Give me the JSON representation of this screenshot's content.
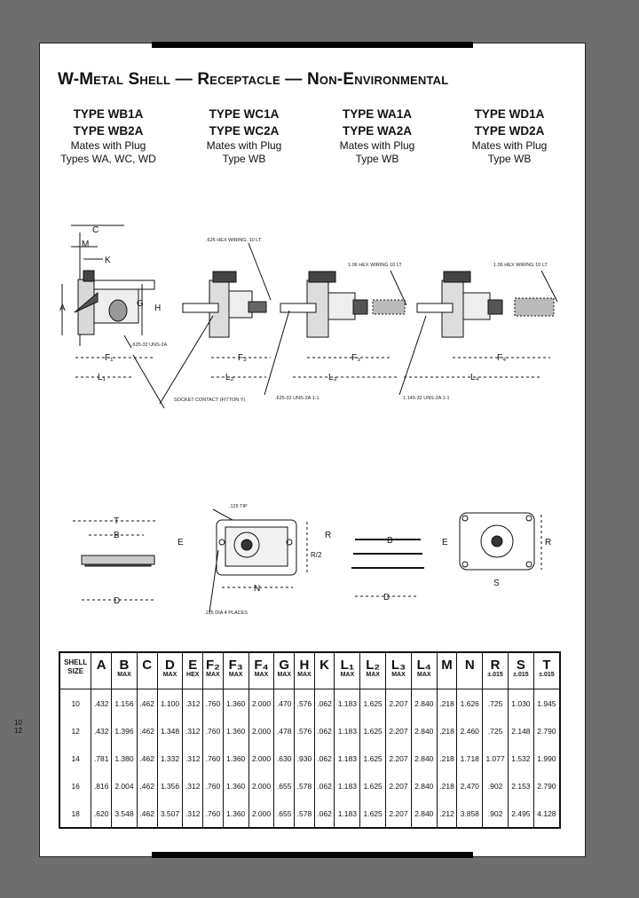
{
  "title": "W-Metal Shell — Receptacle — Non-Environmental",
  "columns": [
    {
      "type1": "TYPE WB1A",
      "type2": "TYPE WB2A",
      "mates": "Mates with Plug",
      "plug": "Types WA, WC, WD"
    },
    {
      "type1": "TYPE WC1A",
      "type2": "TYPE WC2A",
      "mates": "Mates with Plug",
      "plug": "Type WB"
    },
    {
      "type1": "TYPE WA1A",
      "type2": "TYPE WA2A",
      "mates": "Mates with Plug",
      "plug": "Type WB"
    },
    {
      "type1": "TYPE WD1A",
      "type2": "TYPE WD2A",
      "mates": "Mates with Plug",
      "plug": "Type WB"
    }
  ],
  "drawing_labels": {
    "C": "C",
    "M": "M",
    "K": "K",
    "A": "A",
    "G": "G",
    "H": "H",
    "F1": "F₁",
    "L1": "L₁",
    "F2": "F₂",
    "L2": "L₂",
    "F3": "F₃",
    "L3": "L₃",
    "F4": "F₄",
    "L4": "L₄",
    "hex_wb": ".625-32 UNS-2A",
    "socket_contact": "SOCKET CONTACT (FITTON Y)",
    "wc_hex": ".625 HEX WIRING, 10 LT",
    "wa_hex": "1.06 HEX WIRING 10 LT",
    "wa_thread": ".625-32 UNS-2A 1-1",
    "wd_hex": "1.06 HEX WIRING 10 LT",
    "wd_thread": "1.145-32 UNS-2A 1-1",
    "T": "T",
    "B": "B",
    "D": "D",
    "E": "E",
    "R": "R",
    "R2": "R/2",
    "N": "N",
    "S": "S",
    "tip": ".125 TIP",
    "holes": ".125 DIA 4 PLACES"
  },
  "side_mark": "10 12",
  "table": {
    "headers": [
      {
        "main": "SHELL",
        "sub": "SIZE",
        "kind": "size"
      },
      {
        "main": "A",
        "sub": ""
      },
      {
        "main": "B",
        "sub": "MAX"
      },
      {
        "main": "C",
        "sub": ""
      },
      {
        "main": "D",
        "sub": "MAX"
      },
      {
        "main": "E",
        "sub": "HEX"
      },
      {
        "main": "F₂",
        "sub": "MAX"
      },
      {
        "main": "F₃",
        "sub": "MAX"
      },
      {
        "main": "F₄",
        "sub": "MAX"
      },
      {
        "main": "G",
        "sub": "MAX"
      },
      {
        "main": "H",
        "sub": "MAX"
      },
      {
        "main": "K",
        "sub": ""
      },
      {
        "main": "L₁",
        "sub": "MAX"
      },
      {
        "main": "L₂",
        "sub": "MAX"
      },
      {
        "main": "L₃",
        "sub": "MAX"
      },
      {
        "main": "L₄",
        "sub": "MAX"
      },
      {
        "main": "M",
        "sub": ""
      },
      {
        "main": "N",
        "sub": ""
      },
      {
        "main": "R",
        "sub": "±.015"
      },
      {
        "main": "S",
        "sub": "±.015"
      },
      {
        "main": "T",
        "sub": "±.015"
      }
    ],
    "rows": [
      [
        "10",
        ".432",
        "1.156",
        ".462",
        "1.100",
        ".312",
        ".760",
        "1.360",
        "2.000",
        ".470",
        ".576",
        ".062",
        "1.183",
        "1.625",
        "2.207",
        "2.840",
        ".218",
        "1.626",
        ".725",
        "1.030",
        "1.945"
      ],
      [
        "12",
        ".432",
        "1.396",
        ".462",
        "1.348",
        ".312",
        ".760",
        "1.360",
        "2.000",
        ".478",
        ".576",
        ".062",
        "1.183",
        "1.625",
        "2.207",
        "2.840",
        ".218",
        "2.460",
        ".725",
        "2.148",
        "2.790"
      ],
      [
        "14",
        ".781",
        "1.380",
        ".462",
        "1.332",
        ".312",
        ".760",
        "1.360",
        "2.000",
        ".630",
        ".930",
        ".062",
        "1.183",
        "1.625",
        "2.207",
        "2.840",
        ".218",
        "1.718",
        "1.077",
        "1.532",
        "1.990"
      ],
      [
        "16",
        ".816",
        "2.004",
        ".462",
        "1.356",
        ".312",
        ".760",
        "1.360",
        "2.000",
        ".655",
        ".578",
        ".062",
        "1.183",
        "1.625",
        "2.207",
        "2.840",
        ".218",
        "2.470",
        ".902",
        "2.153",
        "2.790"
      ],
      [
        "18",
        ".620",
        "3.548",
        ".462",
        "3.507",
        ".312",
        ".760",
        "1.360",
        "2.000",
        ".655",
        ".578",
        ".062",
        "1.183",
        "1.625",
        "2.207",
        "2.840",
        ".212",
        "3.858",
        ".902",
        "2.495",
        "4.128"
      ]
    ]
  }
}
